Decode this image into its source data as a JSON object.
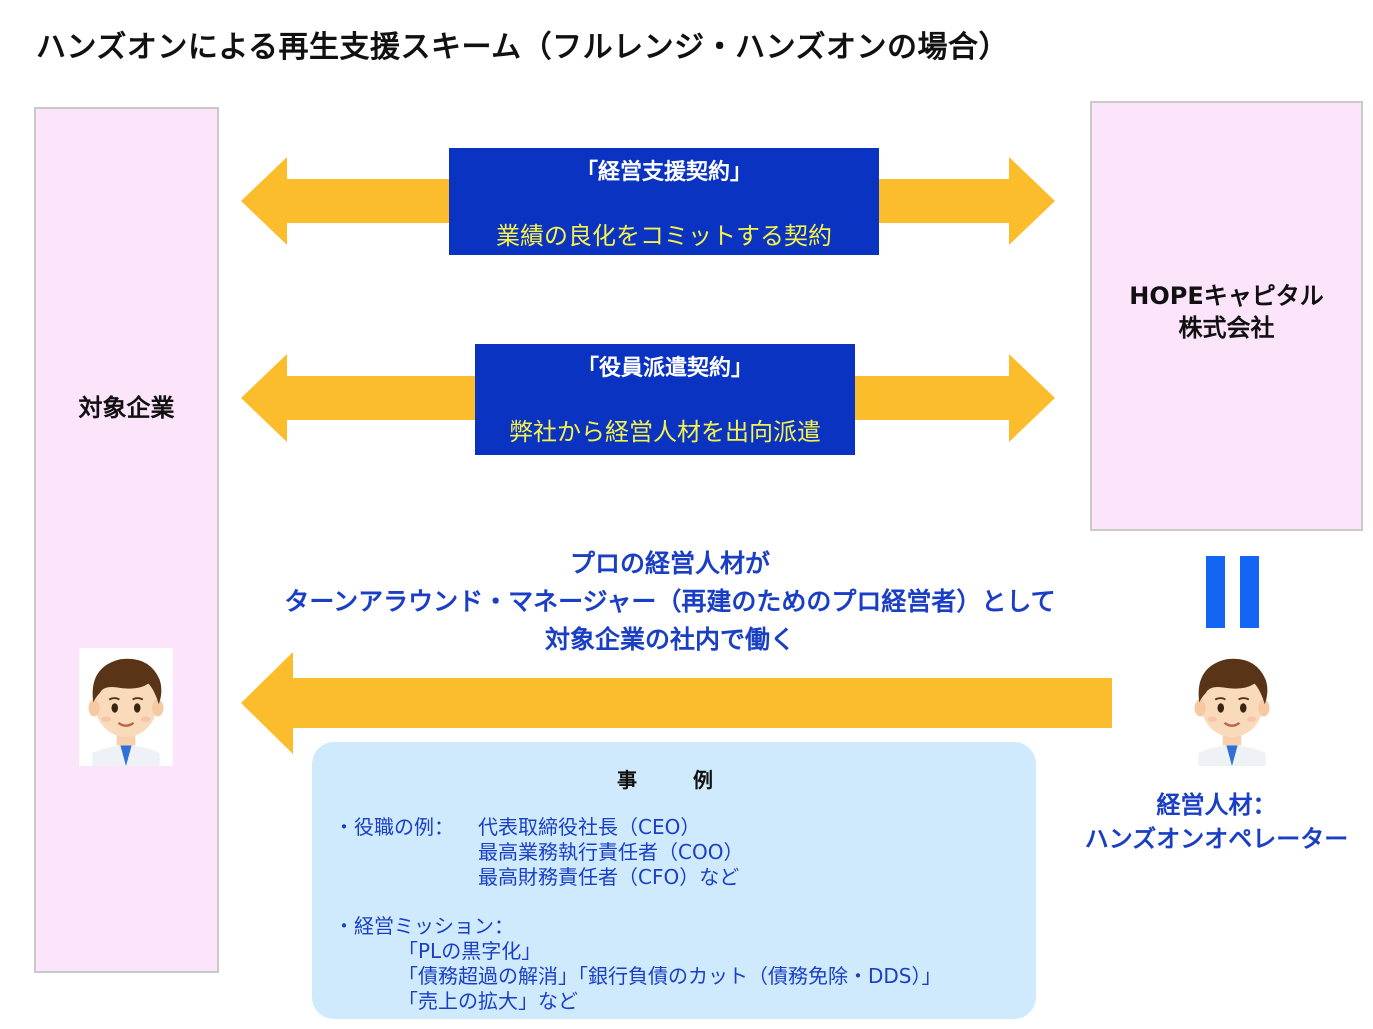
{
  "title": "ハンズオンによる再生支援スキーム（フルレンジ・ハンズオンの場合）",
  "left_panel": {
    "label": "対象企業"
  },
  "right_panel": {
    "label_line1": "HOPEキャピタル",
    "label_line2": "株式会社"
  },
  "contract1": {
    "heading": "「経営支援契約」",
    "sub": "業績の良化をコミットする契約"
  },
  "contract2": {
    "heading": "「役員派遣契約」",
    "sub": "弊社から経営人材を出向派遣"
  },
  "middle_text": {
    "line1": "プロの経営人材が",
    "line2": "ターンアラウンド・マネージャー（再建のためのプロ経営者）として",
    "line3": "対象企業の社内で働く"
  },
  "operator": {
    "line1": "経営人材：",
    "line2": "ハンズオンオペレーター"
  },
  "cases": {
    "title": "事　例",
    "roles_label": "・役職の例：",
    "roles": [
      "代表取締役社長（CEO）",
      "最高業務執行責任者（COO）",
      "最高財務責任者（CFO）など"
    ],
    "mission_label": "・経営ミッション：",
    "missions": [
      "「PLの黒字化」",
      "「債務超過の解消」「銀行負債のカット（債務免除・DDS）」",
      "「売上の拡大」など"
    ]
  },
  "colors": {
    "arrow": "#fbbd2b",
    "panel": "#fce4fb",
    "contract_box": "#0a33c2",
    "contract_sub_text": "#f5f24a",
    "accent_blue_text": "#1a3fc4",
    "case_box": "#cfeafc"
  }
}
